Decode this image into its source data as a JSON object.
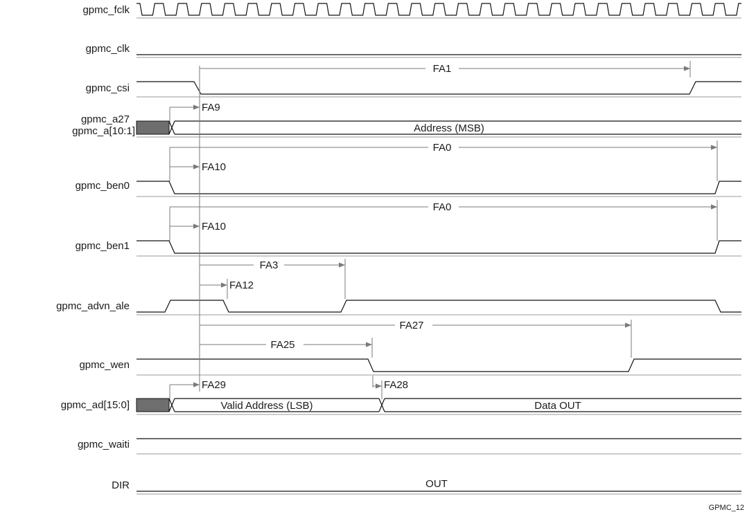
{
  "figure_id": "GPMC_12",
  "signals": [
    {
      "key": "fclk",
      "label": "gpmc_fclk"
    },
    {
      "key": "clk",
      "label": "gpmc_clk"
    },
    {
      "key": "csi",
      "label": "gpmc_csi"
    },
    {
      "key": "a27",
      "label": "gpmc_a27"
    },
    {
      "key": "a10",
      "label": "gpmc_a[10:1]"
    },
    {
      "key": "ben0",
      "label": "gpmc_ben0"
    },
    {
      "key": "ben1",
      "label": "gpmc_ben1"
    },
    {
      "key": "advn",
      "label": "gpmc_advn_ale"
    },
    {
      "key": "wen",
      "label": "gpmc_wen"
    },
    {
      "key": "ad",
      "label": "gpmc_ad[15:0]"
    },
    {
      "key": "wait",
      "label": "gpmc_waiti"
    },
    {
      "key": "dir",
      "label": "DIR"
    }
  ],
  "bus_fields": {
    "address_msb": "Address (MSB)",
    "valid_address_lsb": "Valid Address (LSB)",
    "data_out": "Data OUT",
    "dir_value": "OUT"
  },
  "timing_labels": {
    "fa1": "FA1",
    "fa9": "FA9",
    "fa0_ben0": "FA0",
    "fa10_ben0": "FA10",
    "fa0_ben1": "FA0",
    "fa10_ben1": "FA10",
    "fa3": "FA3",
    "fa12": "FA12",
    "fa27": "FA27",
    "fa25": "FA25",
    "fa29": "FA29",
    "fa28": "FA28"
  },
  "colors": {
    "wave": "#111111",
    "baseline": "#9a9a9a",
    "arrow": "#7a7a7a",
    "undefined_fill": "#6e6e6e"
  }
}
